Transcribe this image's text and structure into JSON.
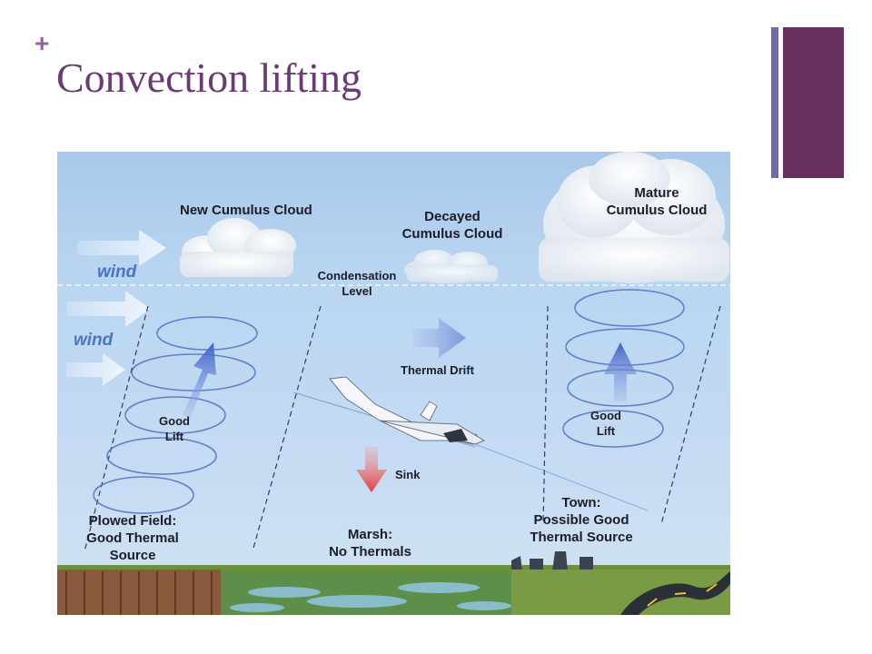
{
  "slide": {
    "title": "Convection lifting",
    "bullet_glyph": "+"
  },
  "diagram": {
    "labels": {
      "new_cloud": "New Cumulus Cloud",
      "decayed_cloud_1": "Decayed",
      "decayed_cloud_2": "Cumulus Cloud",
      "mature_cloud_1": "Mature",
      "mature_cloud_2": "Cumulus Cloud",
      "condensation_1": "Condensation",
      "condensation_2": "Level",
      "thermal_drift": "Thermal Drift",
      "good_lift_left_1": "Good",
      "good_lift_left_2": "Lift",
      "good_lift_right_1": "Good",
      "good_lift_right_2": "Lift",
      "sink": "Sink",
      "plowed_1": "Plowed Field:",
      "plowed_2": "Good Thermal",
      "plowed_3": "Source",
      "marsh_1": "Marsh:",
      "marsh_2": "No Thermals",
      "town_1": "Town:",
      "town_2": "Possible Good",
      "town_3": "Thermal Source",
      "wind_1": "wind",
      "wind_2": "wind"
    },
    "colors": {
      "lift_arrow": "#3f62c8",
      "sink_arrow": "#e0393b",
      "spiral": "#5a72c9",
      "sky_top": "#a9c9ea"
    },
    "icons": [
      "glider-icon",
      "cloud-icon",
      "wind-arrow-icon",
      "lift-arrow-icon",
      "sink-arrow-icon"
    ]
  }
}
